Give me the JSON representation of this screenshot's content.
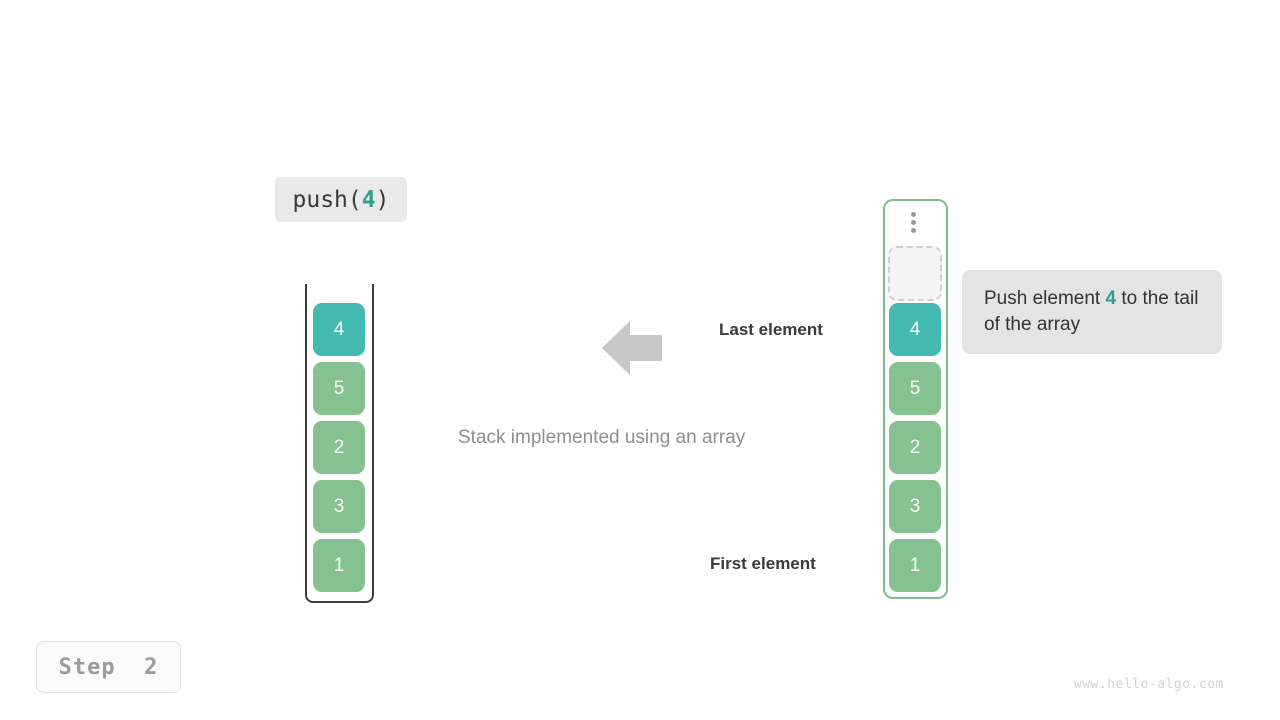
{
  "operation": {
    "prefix": "push(",
    "value": "4",
    "suffix": ")"
  },
  "left_stack": {
    "name": "abstract-stack",
    "cells": [
      {
        "value": "4",
        "color": "teal",
        "hex": "#42bab2"
      },
      {
        "value": "5",
        "color": "green",
        "hex": "#86c191"
      },
      {
        "value": "2",
        "color": "green",
        "hex": "#86c191"
      },
      {
        "value": "3",
        "color": "green",
        "hex": "#86c191"
      },
      {
        "value": "1",
        "color": "green",
        "hex": "#86c191"
      }
    ]
  },
  "right_stack": {
    "name": "array-backed-stack",
    "overflow_indicator": "vertical-ellipsis",
    "empty_slot": "",
    "cells": [
      {
        "value": "4",
        "color": "teal",
        "hex": "#42bab2"
      },
      {
        "value": "5",
        "color": "green",
        "hex": "#86c191"
      },
      {
        "value": "2",
        "color": "green",
        "hex": "#86c191"
      },
      {
        "value": "3",
        "color": "green",
        "hex": "#86c191"
      },
      {
        "value": "1",
        "color": "green",
        "hex": "#86c191"
      }
    ]
  },
  "annotations": {
    "last_element": "Last element",
    "first_element": "First element",
    "caption": "Stack implemented using an array",
    "arrow_icon": "arrow-left-icon",
    "arrow_color": "#c7c7c7"
  },
  "tooltip": {
    "text_before": "Push element ",
    "accent": "4",
    "text_after": " to the tail of the array"
  },
  "step_badge": {
    "label": "Step  2"
  },
  "watermark": {
    "text": "www.hello-algo.com"
  },
  "colors": {
    "teal": "#42bab2",
    "green": "#86c191",
    "accent_text": "#2f9e8f",
    "container_border_dark": "#3c3c3c",
    "container_border_green": "#7dbd8c",
    "label_bg": "#e9e9e9",
    "tooltip_bg": "#e4e4e4",
    "background": "#ffffff"
  }
}
